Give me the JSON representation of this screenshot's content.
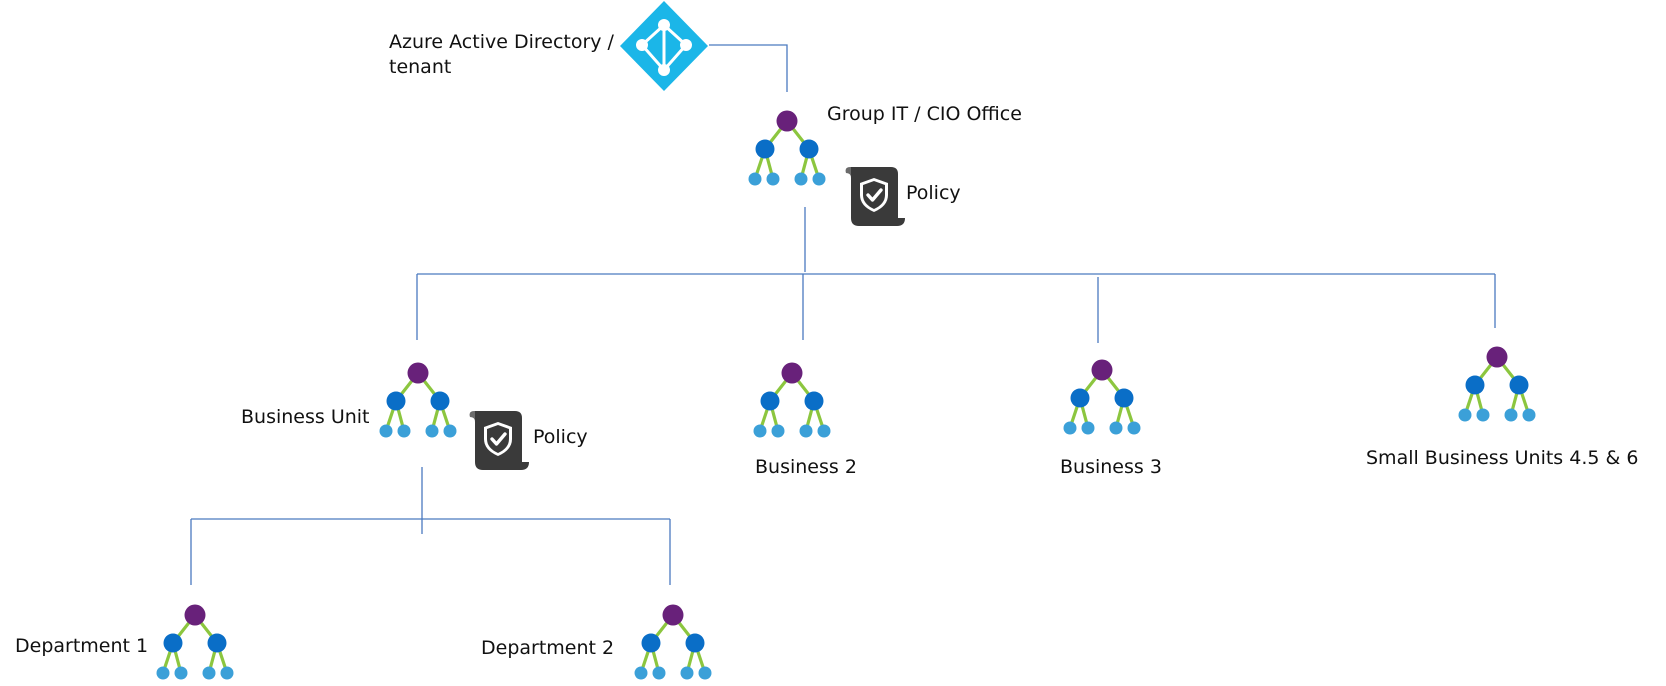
{
  "azure": {
    "label": "Azure Active Directory / tenant",
    "icon": "azure-active-directory-icon"
  },
  "root": {
    "label": "Group IT / CIO Office",
    "icon": "management-group-icon"
  },
  "root_policy": {
    "label": "Policy",
    "icon": "policy-icon"
  },
  "business_unit": {
    "label": "Business Unit",
    "icon": "management-group-icon"
  },
  "bu_policy": {
    "label": "Policy",
    "icon": "policy-icon"
  },
  "business2": {
    "label": "Business 2",
    "icon": "management-group-icon"
  },
  "business3": {
    "label": "Business 3",
    "icon": "management-group-icon"
  },
  "small_units": {
    "label": "Small Business Units 4.5 & 6",
    "icon": "management-group-icon"
  },
  "department1": {
    "label": "Department 1",
    "icon": "management-group-icon"
  },
  "department2": {
    "label": "Department 2",
    "icon": "management-group-icon"
  },
  "colors": {
    "connector": "#4a7abf",
    "azure": "#1bb6e8",
    "node_top": "#68217a",
    "node_mid": "#0a6ec7",
    "node_leaf": "#3ba0d8",
    "node_link": "#8cc63f",
    "policy_fill": "#3a3a3a"
  }
}
